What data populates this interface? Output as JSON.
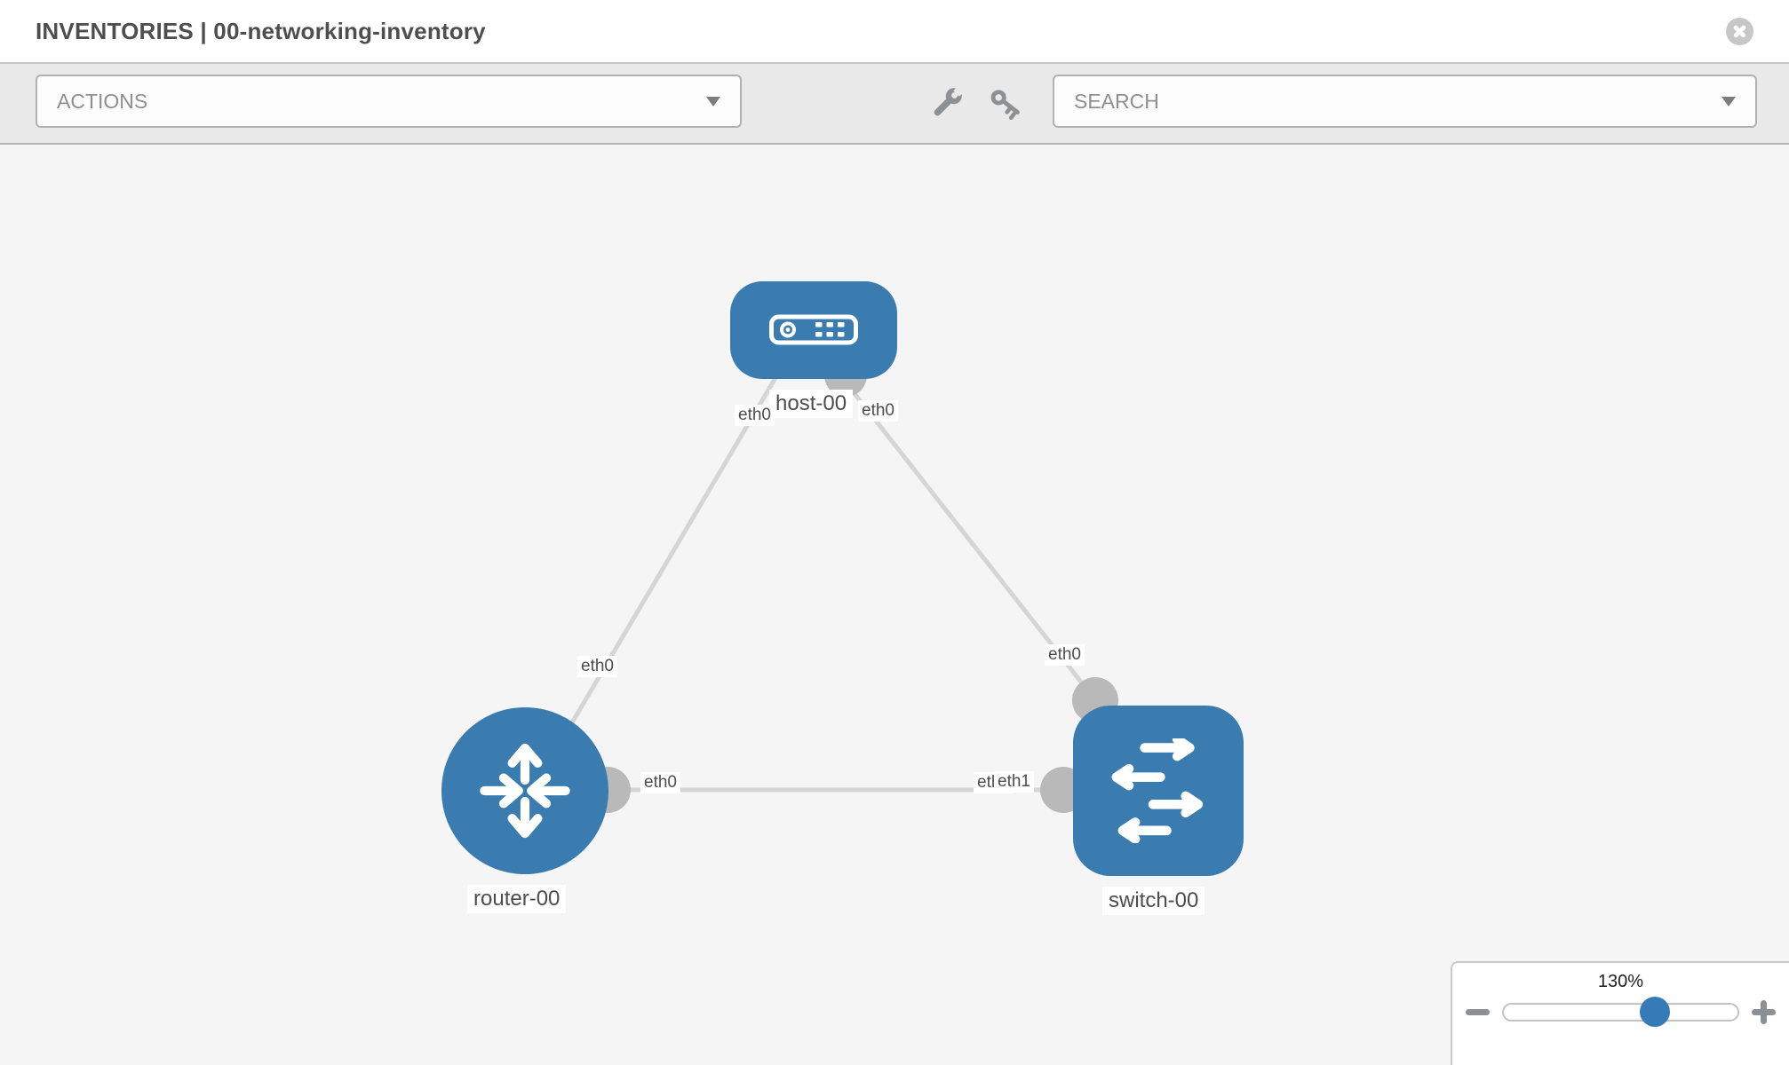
{
  "header": {
    "title": "INVENTORIES | 00-networking-inventory"
  },
  "toolbar": {
    "actions_label": "ACTIONS",
    "search_label": "SEARCH"
  },
  "topology": {
    "nodes": [
      {
        "label": "host-00",
        "type": "host"
      },
      {
        "label": "router-00",
        "type": "router"
      },
      {
        "label": "switch-00",
        "type": "switch"
      }
    ],
    "links": [
      {
        "from": "host-00",
        "to": "router-00",
        "from_interface": "eth0",
        "to_interface": "eth0"
      },
      {
        "from": "host-00",
        "to": "switch-00",
        "from_interface": "eth0",
        "to_interface": "eth0"
      },
      {
        "from": "router-00",
        "to": "switch-00",
        "from_interface": "eth0",
        "to_interface": "eth1",
        "occluded_interface_label": "eth0"
      }
    ]
  },
  "zoom_control": {
    "level": "130%"
  },
  "icons": {
    "close": "x-circle-icon",
    "actions_caret": "chevron-down-icon",
    "search_caret": "chevron-down-icon",
    "wrench": "wrench-icon",
    "key": "key-icon",
    "zoom_out": "minus-icon",
    "zoom_in": "plus-icon"
  },
  "colors": {
    "node_blue": "#3b7cb0",
    "slider_thumb_blue": "#377ab8",
    "link_gray": "#d5d5d5",
    "connector_gray": "#b9b9b9",
    "toolbar_bg": "#e9e9e9",
    "canvas_bg": "#f5f5f5"
  }
}
